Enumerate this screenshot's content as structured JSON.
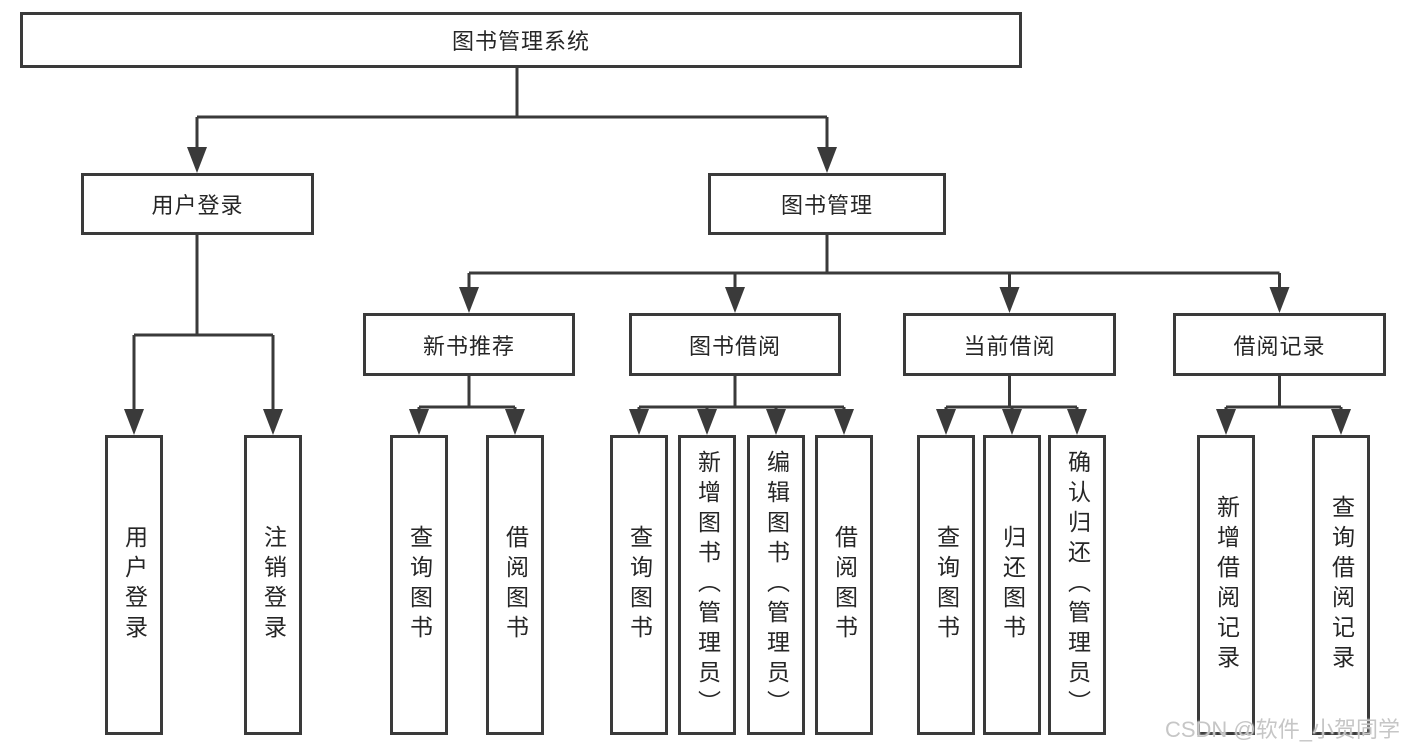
{
  "root": {
    "label": "图书管理系统"
  },
  "branches": [
    {
      "label": "用户登录",
      "children": [
        {
          "label": "用户登录"
        },
        {
          "label": "注销登录"
        }
      ]
    },
    {
      "label": "图书管理",
      "children": [
        {
          "label": "新书推荐",
          "children": [
            {
              "label": "查询图书"
            },
            {
              "label": "借阅图书"
            }
          ]
        },
        {
          "label": "图书借阅",
          "children": [
            {
              "label": "查询图书"
            },
            {
              "label": "新增图书（管理员）"
            },
            {
              "label": "编辑图书（管理员）"
            },
            {
              "label": "借阅图书"
            }
          ]
        },
        {
          "label": "当前借阅",
          "children": [
            {
              "label": "查询图书"
            },
            {
              "label": "归还图书"
            },
            {
              "label": "确认归还（管理员）"
            }
          ]
        },
        {
          "label": "借阅记录",
          "children": [
            {
              "label": "新增借阅记录"
            },
            {
              "label": "查询借阅记录"
            }
          ]
        }
      ]
    }
  ],
  "watermark": "CSDN @软件_小贺同学",
  "colors": {
    "line": "#3a3a3a",
    "text": "#262626",
    "watermark": "#c6c6c6",
    "background": "#ffffff"
  }
}
